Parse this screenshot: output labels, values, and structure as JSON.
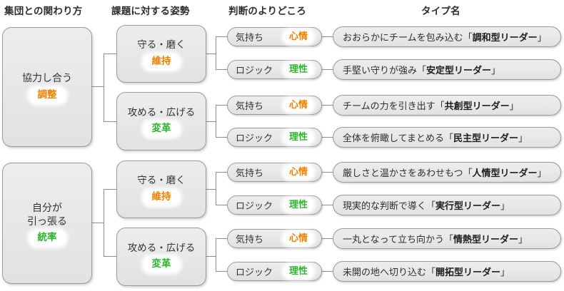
{
  "diagram": {
    "title_columns": [
      {
        "id": "group-relation",
        "label": "集団との関わり方"
      },
      {
        "id": "task-attitude",
        "label": "課題に対する姿勢"
      },
      {
        "id": "judgement-basis",
        "label": "判断のよりどころ"
      },
      {
        "id": "type-name",
        "label": "タイプ名"
      }
    ],
    "level1": [
      {
        "title": "協力し合う",
        "badge": "調整",
        "badge_color": "#f08000"
      },
      {
        "title": "自分が\n引っ張る",
        "badge": "統率",
        "badge_color": "#2cb52c"
      }
    ],
    "level2": [
      {
        "title": "守る・磨く",
        "badge": "維持",
        "badge_color": "#f08000"
      },
      {
        "title": "攻める・広げる",
        "badge": "変革",
        "badge_color": "#2cb52c"
      },
      {
        "title": "守る・磨く",
        "badge": "維持",
        "badge_color": "#f08000"
      },
      {
        "title": "攻める・広げる",
        "badge": "変革",
        "badge_color": "#2cb52c"
      }
    ],
    "level3": [
      {
        "label": "気持ち",
        "badge": "心情",
        "badge_color": "#f08000"
      },
      {
        "label": "ロジック",
        "badge": "理性",
        "badge_color": "#2cb52c"
      },
      {
        "label": "気持ち",
        "badge": "心情",
        "badge_color": "#f08000"
      },
      {
        "label": "ロジック",
        "badge": "理性",
        "badge_color": "#2cb52c"
      },
      {
        "label": "気持ち",
        "badge": "心情",
        "badge_color": "#f08000"
      },
      {
        "label": "ロジック",
        "badge": "理性",
        "badge_color": "#2cb52c"
      },
      {
        "label": "気持ち",
        "badge": "心情",
        "badge_color": "#f08000"
      },
      {
        "label": "ロジック",
        "badge": "理性",
        "badge_color": "#2cb52c"
      }
    ],
    "level4": [
      {
        "lead": "おおらかにチームを包み込む「",
        "name": "調和型リーダー",
        "tail": "」"
      },
      {
        "lead": "手堅い守りが強み「",
        "name": "安定型リーダー",
        "tail": "」"
      },
      {
        "lead": "チームの力を引き出す「",
        "name": "共創型リーダー",
        "tail": "」"
      },
      {
        "lead": "全体を俯瞰してまとめる「",
        "name": "民主型リーダー",
        "tail": "」"
      },
      {
        "lead": "厳しさと温かさをあわせもつ「",
        "name": "人情型リーダー",
        "tail": "」"
      },
      {
        "lead": "現実的な判断で導く「",
        "name": "実行型リーダー",
        "tail": "」"
      },
      {
        "lead": "一丸となって立ち向かう「",
        "name": "情熱型リーダー",
        "tail": "」"
      },
      {
        "lead": "未開の地へ切り込む「",
        "name": "開拓型リーダー",
        "tail": "」"
      }
    ]
  }
}
